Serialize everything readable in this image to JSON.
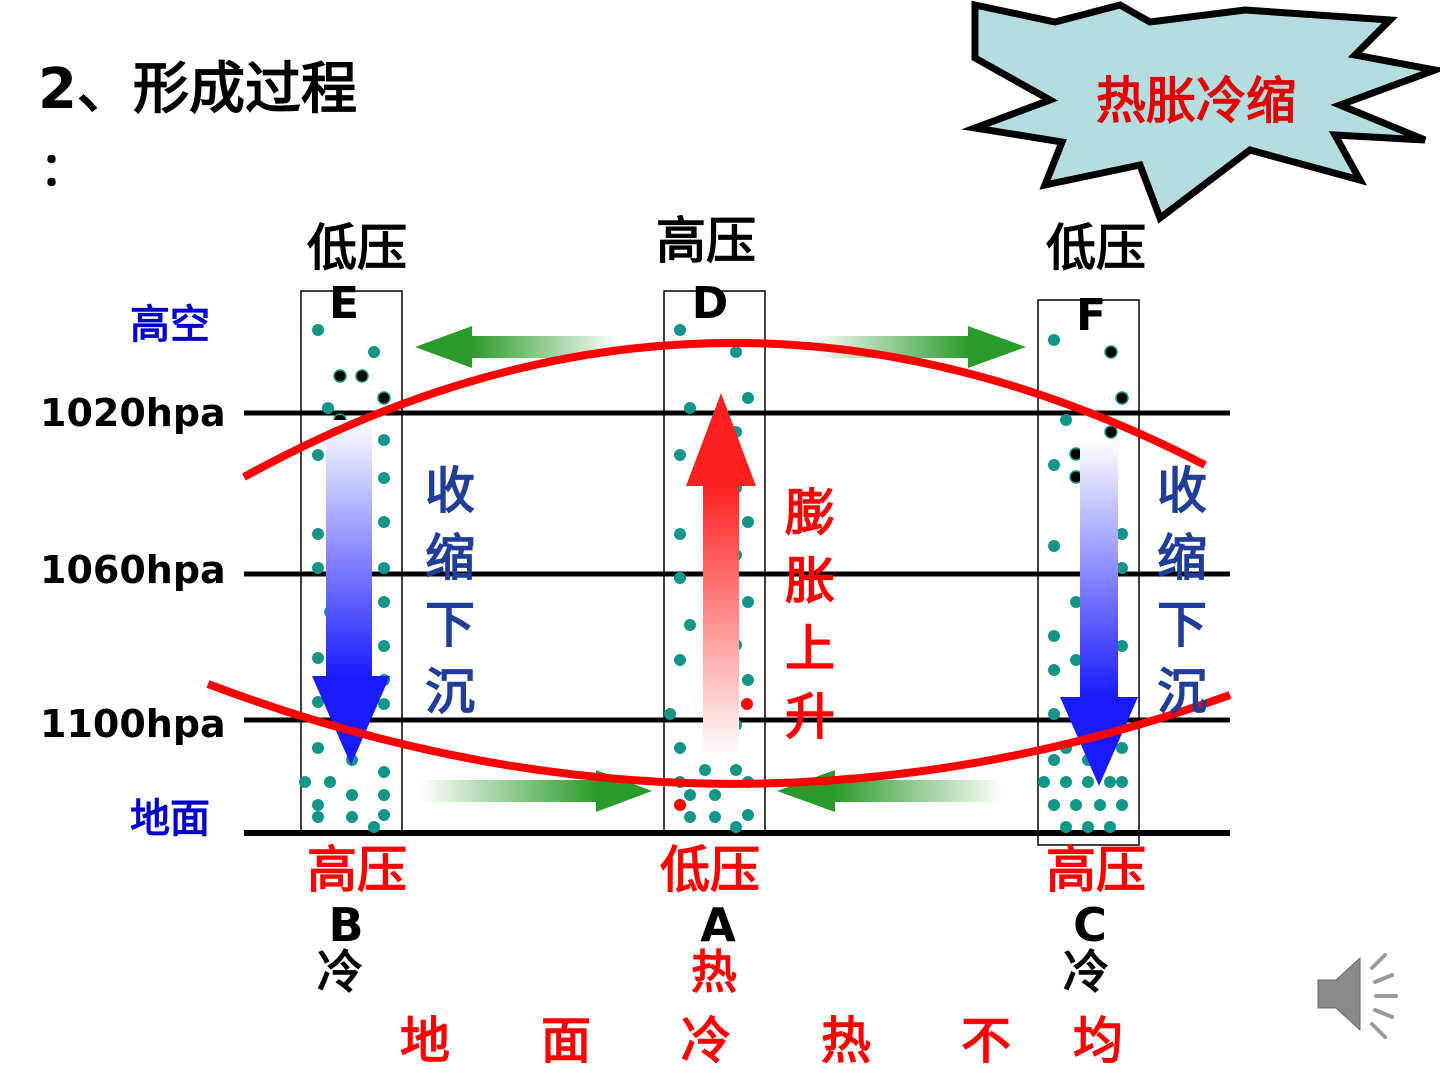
{
  "title": "2、形成过程",
  "title_colon": "：",
  "starburst": {
    "text": "热胀冷缩",
    "fill": "#b5dde0",
    "text_color": "#e00000"
  },
  "labels": {
    "high_altitude": "高空",
    "ground": "地面",
    "p1020": "1020hpa",
    "p1060": "1060hpa",
    "p1100": "1100hpa"
  },
  "columns": {
    "left": {
      "top_pressure": "低压",
      "top_letter": "E",
      "bottom_pressure": "高压",
      "bottom_letter": "B",
      "temp": "冷"
    },
    "center": {
      "top_pressure": "高压",
      "top_letter": "D",
      "bottom_pressure": "低压",
      "bottom_letter": "A",
      "temp": "热"
    },
    "right": {
      "top_pressure": "低压",
      "top_letter": "F",
      "bottom_pressure": "高压",
      "bottom_letter": "C",
      "temp": "冷"
    }
  },
  "vertical_text": {
    "left": [
      "收",
      "缩",
      "下",
      "沉"
    ],
    "center": [
      "膨",
      "胀",
      "上",
      "升"
    ],
    "right": [
      "收",
      "缩",
      "下",
      "沉"
    ]
  },
  "footer": [
    "地",
    "面",
    "冷",
    "热",
    "不",
    "均"
  ],
  "colors": {
    "blue": "#0000cc",
    "red": "#ff0000",
    "green": "#2a9a2a",
    "dot": "#13958a",
    "black": "#000000",
    "descend_label": "#1f3d99"
  },
  "icons": {
    "speaker": "speaker-icon"
  }
}
